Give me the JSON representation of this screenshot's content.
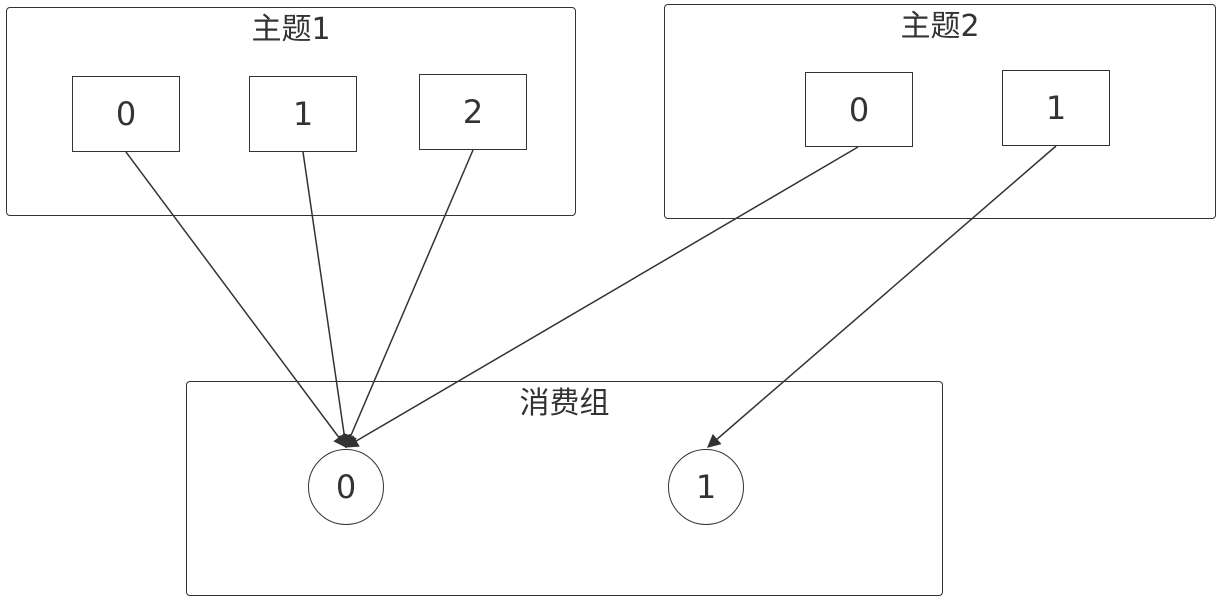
{
  "topic1": {
    "title": "主题1",
    "partitions": [
      "0",
      "1",
      "2"
    ]
  },
  "topic2": {
    "title": "主题2",
    "partitions": [
      "0",
      "1"
    ]
  },
  "consumer_group": {
    "title": "消费组",
    "consumers": [
      "0",
      "1"
    ]
  },
  "colors": {
    "stroke": "#333333",
    "background": "#ffffff"
  }
}
